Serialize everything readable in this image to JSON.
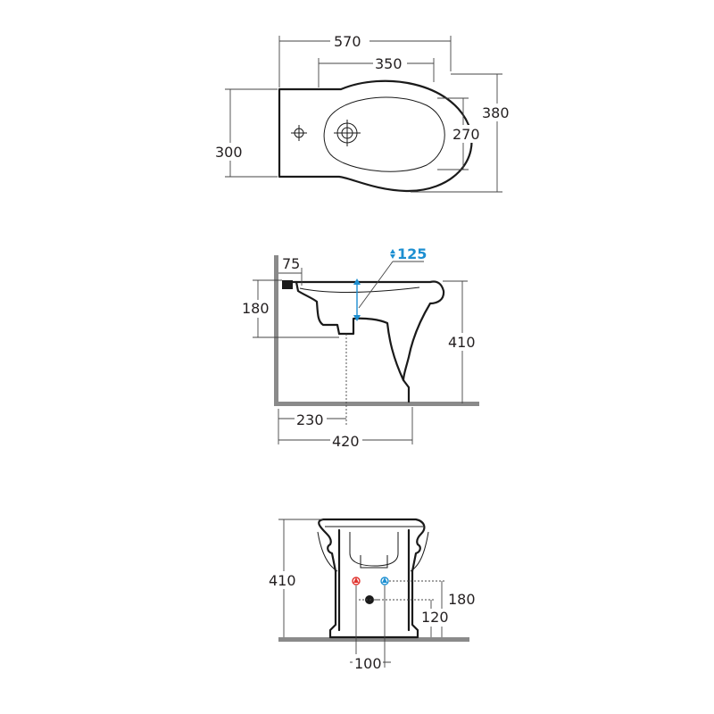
{
  "top_view": {
    "dim_total_length": "570",
    "dim_bowl_length": "350",
    "dim_total_width": "380",
    "dim_bowl_width": "270",
    "dim_back_width": "300"
  },
  "side_view": {
    "dim_highlight": "125",
    "dim_tap_offset": "75",
    "dim_outlet_height": "180",
    "dim_height": "410",
    "dim_outlet_distance": "230",
    "dim_depth": "420"
  },
  "front_view": {
    "dim_height": "410",
    "dim_supply_height": "180",
    "dim_waste_height": "120",
    "dim_supply_spacing": "100",
    "hot_color": "#e0322d",
    "cold_color": "#1d8fd1"
  },
  "colors": {
    "accent": "#1d8fd1",
    "floor": "#8a8a8a",
    "line": "#1a1a1a"
  }
}
